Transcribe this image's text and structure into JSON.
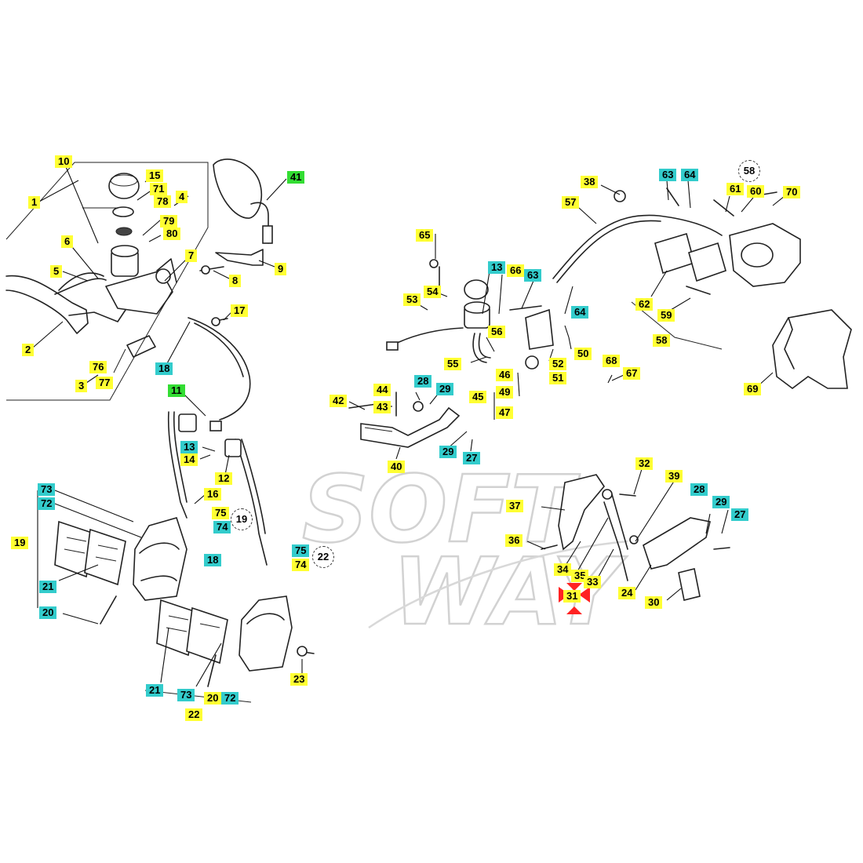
{
  "callouts": [
    {
      "id": "c10",
      "text": "10",
      "color": "yellow"
    },
    {
      "id": "c1",
      "text": "1",
      "color": "yellow"
    },
    {
      "id": "c15",
      "text": "15",
      "color": "yellow"
    },
    {
      "id": "c71",
      "text": "71",
      "color": "yellow"
    },
    {
      "id": "c4",
      "text": "4",
      "color": "yellow"
    },
    {
      "id": "c78",
      "text": "78",
      "color": "yellow"
    },
    {
      "id": "c79",
      "text": "79",
      "color": "yellow"
    },
    {
      "id": "c80",
      "text": "80",
      "color": "yellow"
    },
    {
      "id": "c6",
      "text": "6",
      "color": "yellow"
    },
    {
      "id": "c7",
      "text": "7",
      "color": "yellow"
    },
    {
      "id": "c5",
      "text": "5",
      "color": "yellow"
    },
    {
      "id": "c2",
      "text": "2",
      "color": "yellow"
    },
    {
      "id": "c76",
      "text": "76",
      "color": "yellow"
    },
    {
      "id": "c3",
      "text": "3",
      "color": "yellow"
    },
    {
      "id": "c77",
      "text": "77",
      "color": "yellow"
    },
    {
      "id": "c41",
      "text": "41",
      "color": "green"
    },
    {
      "id": "c9",
      "text": "9",
      "color": "yellow"
    },
    {
      "id": "c8",
      "text": "8",
      "color": "yellow"
    },
    {
      "id": "c17",
      "text": "17",
      "color": "yellow"
    },
    {
      "id": "c18a",
      "text": "18",
      "color": "cyan"
    },
    {
      "id": "c11",
      "text": "11",
      "color": "green"
    },
    {
      "id": "c13a",
      "text": "13",
      "color": "cyan"
    },
    {
      "id": "c14",
      "text": "14",
      "color": "yellow"
    },
    {
      "id": "c12",
      "text": "12",
      "color": "yellow"
    },
    {
      "id": "c16",
      "text": "16",
      "color": "yellow"
    },
    {
      "id": "c75a",
      "text": "75",
      "color": "yellow"
    },
    {
      "id": "c74a",
      "text": "74",
      "color": "cyan"
    },
    {
      "id": "c19b",
      "text": "19",
      "color": "white"
    },
    {
      "id": "c18b",
      "text": "18",
      "color": "cyan"
    },
    {
      "id": "c75b",
      "text": "75",
      "color": "cyan"
    },
    {
      "id": "c74b",
      "text": "74",
      "color": "yellow"
    },
    {
      "id": "c22b",
      "text": "22",
      "color": "white"
    },
    {
      "id": "c73a",
      "text": "73",
      "color": "cyan"
    },
    {
      "id": "c72a",
      "text": "72",
      "color": "cyan"
    },
    {
      "id": "c19a",
      "text": "19",
      "color": "yellow"
    },
    {
      "id": "c21a",
      "text": "21",
      "color": "cyan"
    },
    {
      "id": "c20a",
      "text": "20",
      "color": "cyan"
    },
    {
      "id": "c23",
      "text": "23",
      "color": "yellow"
    },
    {
      "id": "c21b",
      "text": "21",
      "color": "cyan"
    },
    {
      "id": "c73b",
      "text": "73",
      "color": "cyan"
    },
    {
      "id": "c20b",
      "text": "20",
      "color": "yellow"
    },
    {
      "id": "c72b",
      "text": "72",
      "color": "cyan"
    },
    {
      "id": "c22a",
      "text": "22",
      "color": "yellow"
    },
    {
      "id": "c65",
      "text": "65",
      "color": "yellow"
    },
    {
      "id": "c13b",
      "text": "13",
      "color": "cyan"
    },
    {
      "id": "c66",
      "text": "66",
      "color": "yellow"
    },
    {
      "id": "c63a",
      "text": "63",
      "color": "cyan"
    },
    {
      "id": "c53",
      "text": "53",
      "color": "yellow"
    },
    {
      "id": "c54",
      "text": "54",
      "color": "yellow"
    },
    {
      "id": "c64a",
      "text": "64",
      "color": "cyan"
    },
    {
      "id": "c56",
      "text": "56",
      "color": "yellow"
    },
    {
      "id": "c50",
      "text": "50",
      "color": "yellow"
    },
    {
      "id": "c55",
      "text": "55",
      "color": "yellow"
    },
    {
      "id": "c52",
      "text": "52",
      "color": "yellow"
    },
    {
      "id": "c51",
      "text": "51",
      "color": "yellow"
    },
    {
      "id": "c46",
      "text": "46",
      "color": "yellow"
    },
    {
      "id": "c45",
      "text": "45",
      "color": "yellow"
    },
    {
      "id": "c49",
      "text": "49",
      "color": "yellow"
    },
    {
      "id": "c47",
      "text": "47",
      "color": "yellow"
    },
    {
      "id": "c44",
      "text": "44",
      "color": "yellow"
    },
    {
      "id": "c28a",
      "text": "28",
      "color": "cyan"
    },
    {
      "id": "c29a",
      "text": "29",
      "color": "cyan"
    },
    {
      "id": "c42",
      "text": "42",
      "color": "yellow"
    },
    {
      "id": "c43",
      "text": "43",
      "color": "yellow"
    },
    {
      "id": "c29b",
      "text": "29",
      "color": "cyan"
    },
    {
      "id": "c27a",
      "text": "27",
      "color": "cyan"
    },
    {
      "id": "c40",
      "text": "40",
      "color": "yellow"
    },
    {
      "id": "c38",
      "text": "38",
      "color": "yellow"
    },
    {
      "id": "c57",
      "text": "57",
      "color": "yellow"
    },
    {
      "id": "c63b",
      "text": "63",
      "color": "cyan"
    },
    {
      "id": "c64b",
      "text": "64",
      "color": "cyan"
    },
    {
      "id": "c58a",
      "text": "58",
      "color": "white"
    },
    {
      "id": "c61",
      "text": "61",
      "color": "yellow"
    },
    {
      "id": "c60",
      "text": "60",
      "color": "yellow"
    },
    {
      "id": "c70",
      "text": "70",
      "color": "yellow"
    },
    {
      "id": "c62",
      "text": "62",
      "color": "yellow"
    },
    {
      "id": "c59",
      "text": "59",
      "color": "yellow"
    },
    {
      "id": "c58b",
      "text": "58",
      "color": "yellow"
    },
    {
      "id": "c68",
      "text": "68",
      "color": "yellow"
    },
    {
      "id": "c67",
      "text": "67",
      "color": "yellow"
    },
    {
      "id": "c69",
      "text": "69",
      "color": "yellow"
    },
    {
      "id": "c32",
      "text": "32",
      "color": "yellow"
    },
    {
      "id": "c39",
      "text": "39",
      "color": "yellow"
    },
    {
      "id": "c28b",
      "text": "28",
      "color": "cyan"
    },
    {
      "id": "c29c",
      "text": "29",
      "color": "cyan"
    },
    {
      "id": "c27b",
      "text": "27",
      "color": "cyan"
    },
    {
      "id": "c37",
      "text": "37",
      "color": "yellow"
    },
    {
      "id": "c36",
      "text": "36",
      "color": "yellow"
    },
    {
      "id": "c34",
      "text": "34",
      "color": "yellow"
    },
    {
      "id": "c35",
      "text": "35",
      "color": "yellow"
    },
    {
      "id": "c33",
      "text": "33",
      "color": "yellow"
    },
    {
      "id": "c31",
      "text": "31",
      "color": "yellow"
    },
    {
      "id": "c24",
      "text": "24",
      "color": "yellow"
    },
    {
      "id": "c30",
      "text": "30",
      "color": "yellow"
    }
  ],
  "watermark": {
    "line1": "SOFT",
    "line2": "WAY"
  },
  "colors": {
    "yellow": "#ffff33",
    "cyan": "#33cccc",
    "green": "#33dd33",
    "selection": "#ff2222"
  }
}
